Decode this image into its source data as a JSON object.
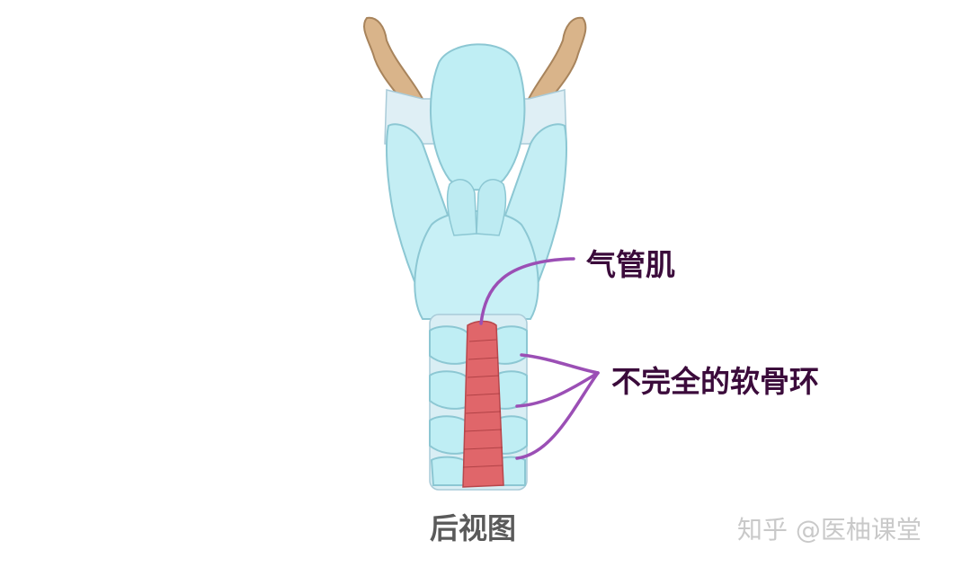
{
  "labels": {
    "muscle": "气管肌",
    "rings": "不完全的软骨环",
    "view": "后视图",
    "watermark": "知乎 @医柚课堂"
  },
  "colors": {
    "cartilage": "#bfeef4",
    "cartilage_stroke": "#8cc7d3",
    "bone": "#d9b48a",
    "muscle": "#e0666a",
    "leader": "#9b4fb5",
    "label_text": "#3b0b3b"
  }
}
